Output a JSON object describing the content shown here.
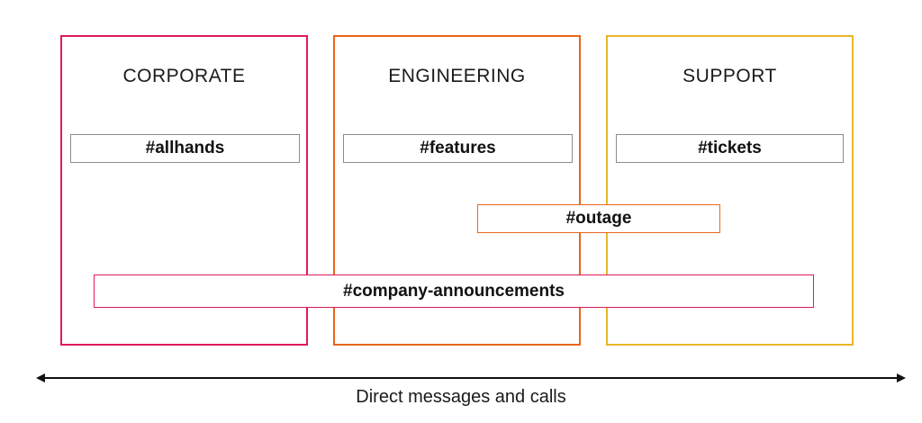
{
  "groups": [
    {
      "title": "CORPORATE",
      "color": "#e0195c"
    },
    {
      "title": "ENGINEERING",
      "color": "#e8661c"
    },
    {
      "title": "SUPPORT",
      "color": "#e8b628"
    }
  ],
  "channels": {
    "allhands": "#allhands",
    "features": "#features",
    "tickets": "#tickets",
    "outage": "#outage",
    "company": "#company-announcements"
  },
  "axis": {
    "label": "Direct messages and calls"
  }
}
